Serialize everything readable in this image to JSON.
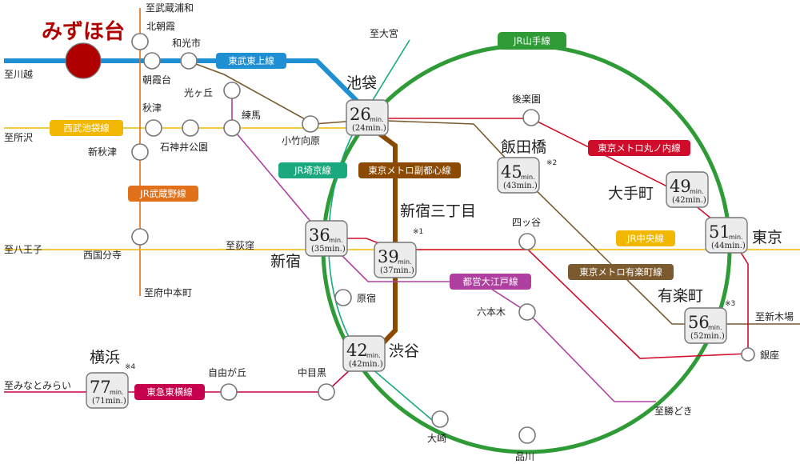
{
  "home": "みずほ台",
  "lines": {
    "yamanote": "JR山手線",
    "tobu_tojo": "東武東上線",
    "seibu_ikebukuro": "西武池袋線",
    "saikyo": "JR埼京線",
    "fukutoshin": "東京メトロ副都心線",
    "musashino": "JR武蔵野線",
    "marunouchi": "東京メトロ丸ノ内線",
    "chuo": "JR中央線",
    "yurakucho_line": "東京メトロ有楽町線",
    "oedo": "都営大江戸線",
    "toyoko": "東急東横線"
  },
  "colors": {
    "yamanote": "#2e9b36",
    "tobu_tojo": "#1e8fd2",
    "seibu": "#f2b700",
    "saikyo": "#1aa87e",
    "fukutoshin": "#8c4a00",
    "musashino": "#e0701a",
    "marunouchi": "#cf0d2a",
    "chuo": "#f2b700",
    "yurakucho": "#7a5a2e",
    "oedo": "#b040a0",
    "toyoko": "#c7004d",
    "home": "#b00000"
  },
  "directions": {
    "kawagoe": "至川越",
    "musashi_urawa": "至武蔵浦和",
    "omiya": "至大宮",
    "tokorozawa": "至所沢",
    "hachioji": "至八王子",
    "ogikubo": "至荻窪",
    "fuchu_honmachi": "至府中本町",
    "shin_kiba": "至新木場",
    "kachidoki": "至勝どき",
    "minatomirai": "至みなとみらい"
  },
  "stations": {
    "kita_asaka": "北朝霞",
    "asakadai": "朝霞台",
    "wakoshi": "和光市",
    "hikarigaoka": "光ヶ丘",
    "nerima": "練馬",
    "akitsu": "秋津",
    "shin_akitsu": "新秋津",
    "shakujii_koen": "石神井公園",
    "kotake_mukaihara": "小竹向原",
    "nishi_kokubunji": "西国分寺",
    "korakuen": "後楽園",
    "yotsuya": "四ッ谷",
    "harajuku": "原宿",
    "roppongi": "六本木",
    "jiyugaoka": "自由が丘",
    "naka_meguro": "中目黒",
    "osaki": "大崎",
    "shinagawa": "品川",
    "ginza": "銀座"
  },
  "times": [
    {
      "name": "池袋",
      "min": "26",
      "sub": "24",
      "note": ""
    },
    {
      "name": "飯田橋",
      "min": "45",
      "sub": "43",
      "note": "※2"
    },
    {
      "name": "大手町",
      "min": "49",
      "sub": "42",
      "note": ""
    },
    {
      "name": "東京",
      "min": "51",
      "sub": "44",
      "note": ""
    },
    {
      "name": "新宿",
      "min": "36",
      "sub": "35",
      "note": ""
    },
    {
      "name": "新宿三丁目",
      "min": "39",
      "sub": "37",
      "note": "※1"
    },
    {
      "name": "有楽町",
      "min": "56",
      "sub": "52",
      "note": "※3"
    },
    {
      "name": "渋谷",
      "min": "42",
      "sub": "42",
      "note": ""
    },
    {
      "name": "横浜",
      "min": "77",
      "sub": "71",
      "note": "※4"
    }
  ],
  "units": {
    "main": "min.",
    "sub": "min."
  }
}
